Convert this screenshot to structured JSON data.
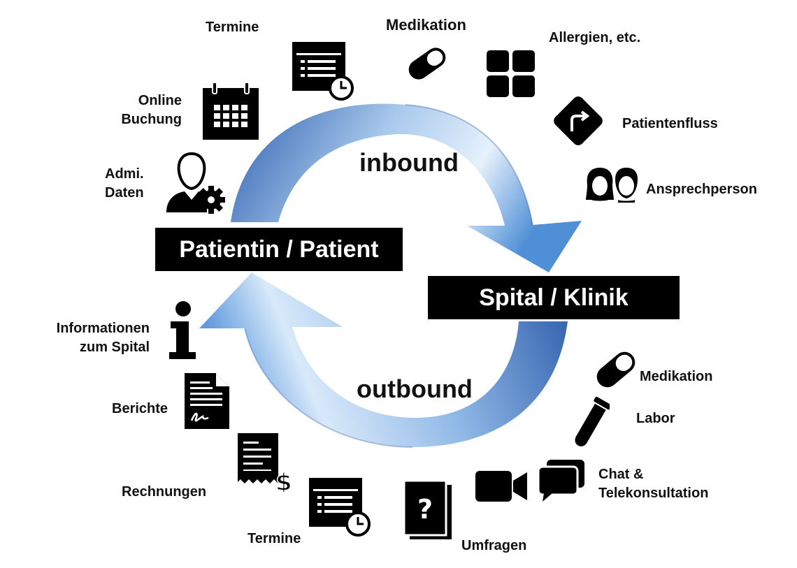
{
  "diagram": {
    "patient_box": "Patientin / Patient",
    "clinic_box": "Spital / Klinik",
    "inbound_label": "inbound",
    "outbound_label": "outbound"
  },
  "inbound_items": {
    "termine": "Termine",
    "medikation": "Medikation",
    "allergien": "Allergien, etc.",
    "online_buchung_line1": "Online",
    "online_buchung_line2": "Buchung",
    "patientenfluss": "Patientenfluss",
    "admi_daten_line1": "Admi.",
    "admi_daten_line2": "Daten",
    "ansprechperson": "Ansprechperson"
  },
  "outbound_items": {
    "informationen_line1": "Informationen",
    "informationen_line2": "zum Spital",
    "berichte": "Berichte",
    "rechnungen": "Rechnungen",
    "termine": "Termine",
    "umfragen": "Umfragen",
    "medikation": "Medikation",
    "labor": "Labor",
    "chat_line1": "Chat &",
    "chat_line2": "Telekonsultation"
  },
  "icons": [
    "calendar-schedule-icon",
    "pill-capsule-icon",
    "four-squares-grid-icon",
    "calendar-icon",
    "turn-right-arrow-icon",
    "admin-user-gear-icon",
    "two-people-icon",
    "info-icon",
    "signed-document-icon",
    "receipt-dollar-icon",
    "questionnaire-icon",
    "video-camera-icon",
    "chat-bubbles-icon",
    "test-tube-icon"
  ],
  "colors": {
    "arrow_light": "#cfe3f7",
    "arrow_mid": "#5d9ad8",
    "arrow_dark": "#1f4f9c",
    "box": "#000000"
  }
}
